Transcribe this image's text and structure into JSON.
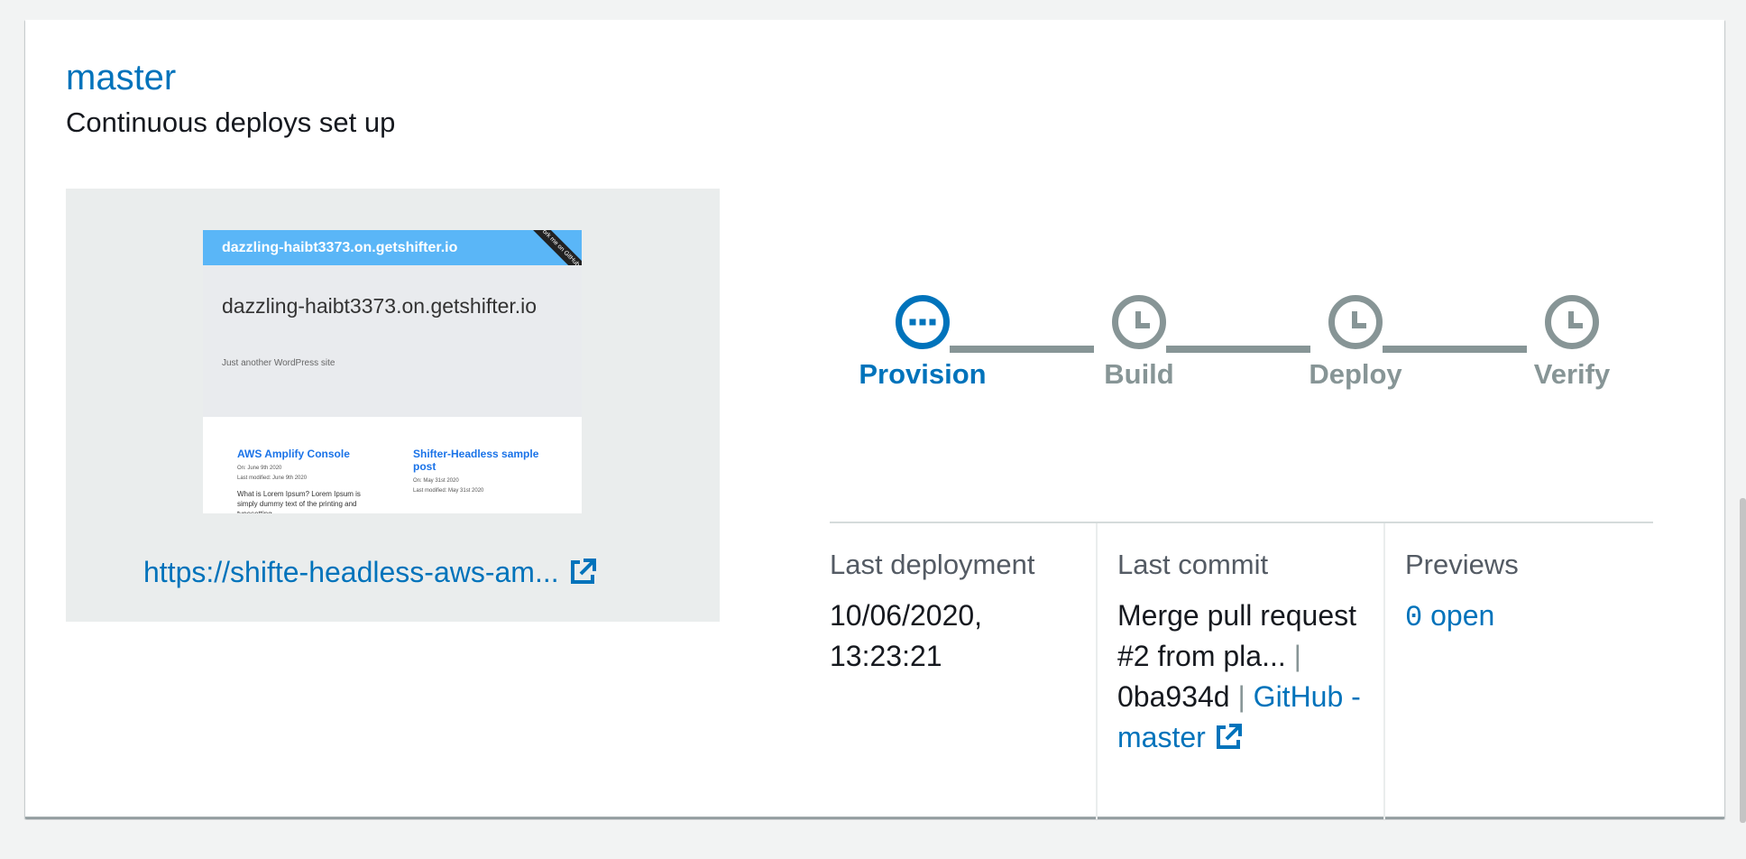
{
  "branch": {
    "name": "master",
    "status": "Continuous deploys set up"
  },
  "preview": {
    "thumbnail": {
      "header": "dazzling-haibt3373.on.getshifter.io",
      "ribbon": "Fork me on GitHub",
      "hero_title": "dazzling-haibt3373.on.getshifter.io",
      "hero_tagline": "Just another WordPress site",
      "posts": [
        {
          "title": "AWS Amplify Console",
          "posted": "On: June 9th 2020",
          "modified": "Last modified: June 9th 2020",
          "excerpt": "What is Lorem Ipsum? Lorem Ipsum is simply dummy text of the printing and typesetting"
        },
        {
          "title": "Shifter-Headless sample post",
          "posted": "On: May 31st 2020",
          "modified": "Last modified: May 31st 2020",
          "excerpt": ""
        }
      ]
    },
    "url_text": "https://shifte-headless-aws-am...",
    "url_icon": "external-link-icon"
  },
  "pipeline": {
    "active_color": "#0073bb",
    "pending_color": "#879596",
    "stages": [
      {
        "label": "Provision",
        "state": "in-progress",
        "icon": "ellipsis-icon"
      },
      {
        "label": "Build",
        "state": "pending",
        "icon": "clock-icon"
      },
      {
        "label": "Deploy",
        "state": "pending",
        "icon": "clock-icon"
      },
      {
        "label": "Verify",
        "state": "pending",
        "icon": "clock-icon"
      }
    ]
  },
  "info": {
    "last_deployment": {
      "label": "Last deployment",
      "value": "10/06/2020, 13:23:21"
    },
    "last_commit": {
      "label": "Last commit",
      "message": "Merge pull request #2 from pla...",
      "separator": "|",
      "hash": "0ba934d",
      "repo_link": "GitHub - master",
      "icon": "external-link-icon"
    },
    "previews": {
      "label": "Previews",
      "count": "0",
      "count_suffix": " open"
    }
  }
}
